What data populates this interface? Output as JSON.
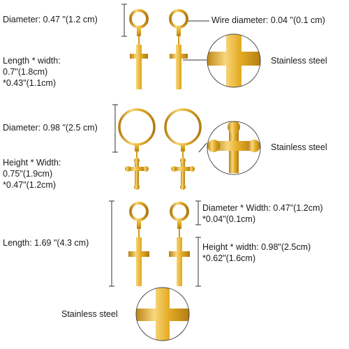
{
  "row1": {
    "diameter": "Diameter: 0.47 \"(1.2 cm)",
    "wire": "Wire diameter: 0.04 \"(0.1 cm)",
    "size_line1": "Length * width:",
    "size_line2": "0.7\"(1.8cm)",
    "size_line3": "*0.43\"(1.1cm)",
    "material": "Stainless steel"
  },
  "row2": {
    "diameter": "Diameter: 0.98 \"(2.5 cm)",
    "size_line1": "Height * Width:",
    "size_line2": "0.75\"(1.9cm)",
    "size_line3": "*0.47\"(1.2cm)",
    "material": "Stainless steel"
  },
  "row3": {
    "length": "Length: 1.69 \"(4.3 cm)",
    "hoop_line1": "Diameter * Width: 0.47\"(1.2cm)",
    "hoop_line2": "*0.04\"(0.1cm)",
    "cross_line1": "Height * width: 0.98\"(2.5cm)",
    "cross_line2": "*0.62\"(1.6cm)",
    "material": "Stainless steel"
  },
  "colors": {
    "gold": "#e0a81c",
    "gold_light": "#f6d77a",
    "gold_dark": "#b07a10",
    "line": "#333333"
  }
}
